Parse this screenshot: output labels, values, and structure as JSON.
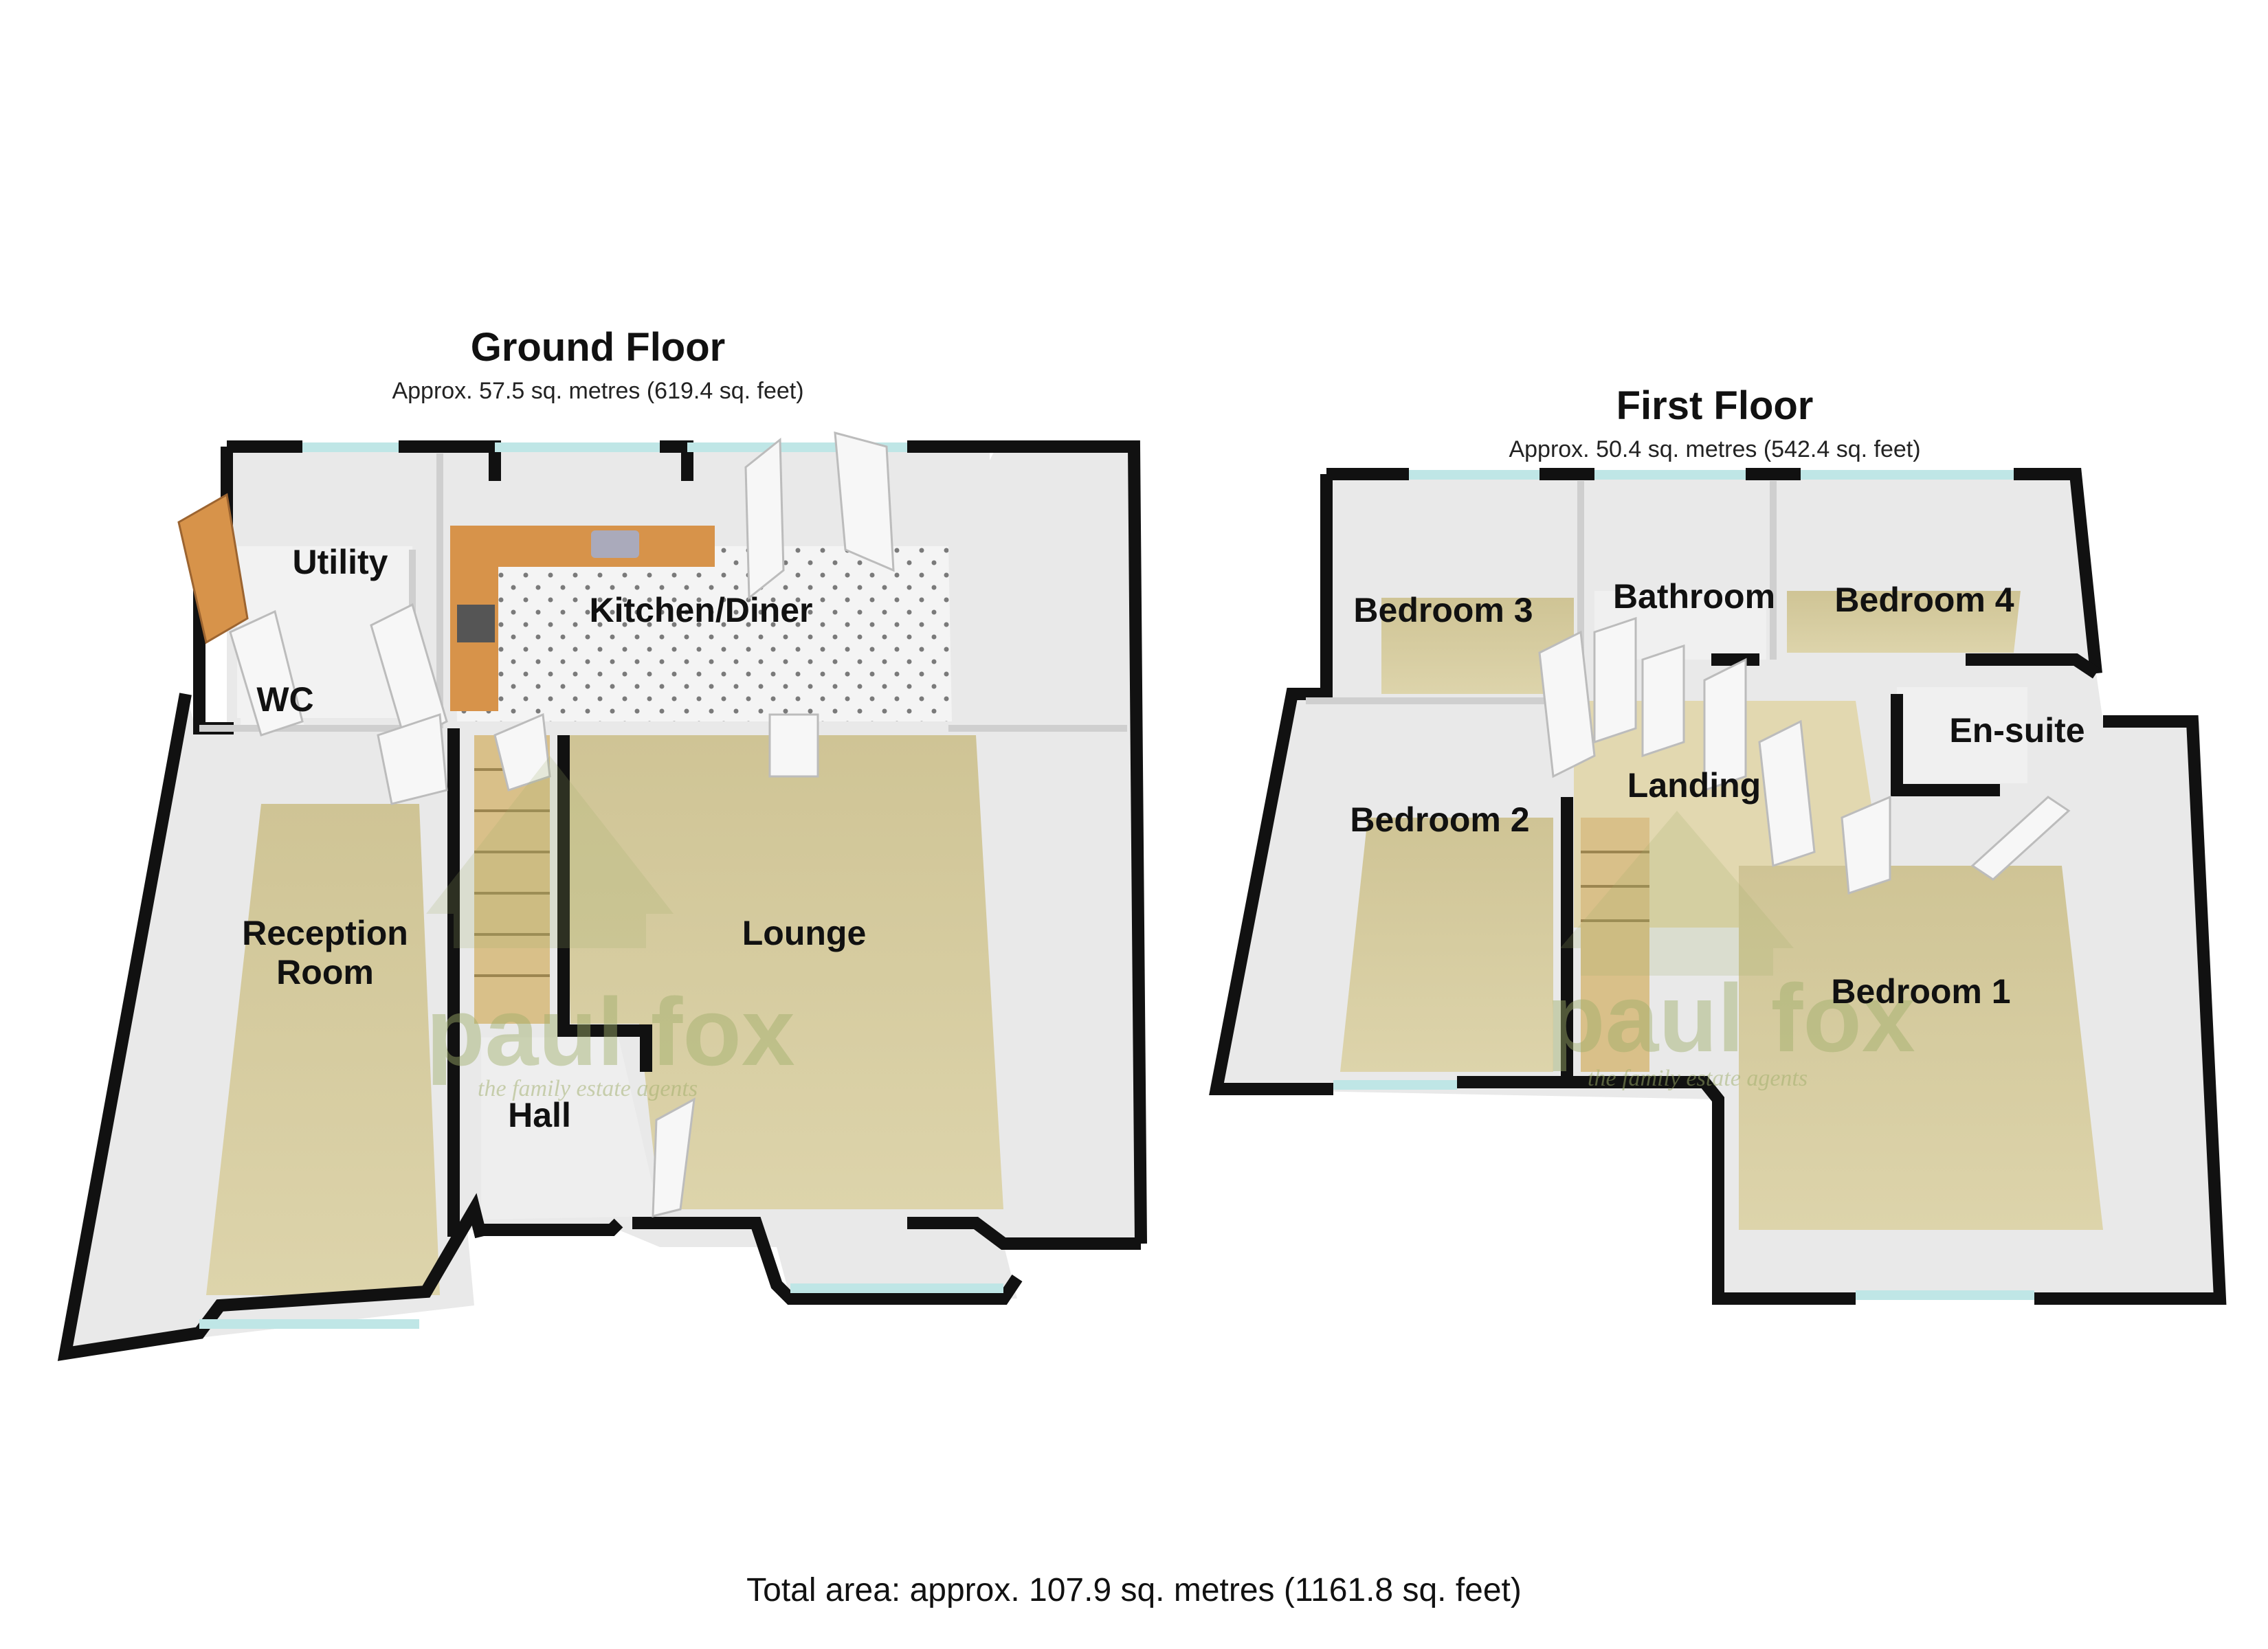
{
  "ground_floor": {
    "title": "Ground Floor",
    "area": "Approx. 57.5 sq. metres (619.4 sq. feet)",
    "rooms": {
      "utility": "Utility",
      "kitchen": "Kitchen/Diner",
      "wc": "WC",
      "reception_line1": "Reception",
      "reception_line2": "Room",
      "lounge": "Lounge",
      "hall": "Hall"
    }
  },
  "first_floor": {
    "title": "First Floor",
    "area": "Approx. 50.4 sq. metres (542.4 sq. feet)",
    "rooms": {
      "bedroom3": "Bedroom 3",
      "bathroom": "Bathroom",
      "bedroom4": "Bedroom 4",
      "ensuite": "En-suite",
      "bedroom2": "Bedroom 2",
      "landing": "Landing",
      "bedroom1": "Bedroom 1"
    }
  },
  "total_area": "Total area: approx. 107.9 sq. metres (1161.8 sq. feet)",
  "watermark": {
    "brand": "paul fox",
    "tagline": "the family estate agents"
  },
  "colors": {
    "carpet": "#d8cfa4",
    "kitchen_floor": "#f3f3f3",
    "wall": "#111111",
    "wall_inner": "#e8e8e8",
    "worktop": "#d7934a",
    "window": "#bfe6e6",
    "watermark": "#9fae6a"
  }
}
